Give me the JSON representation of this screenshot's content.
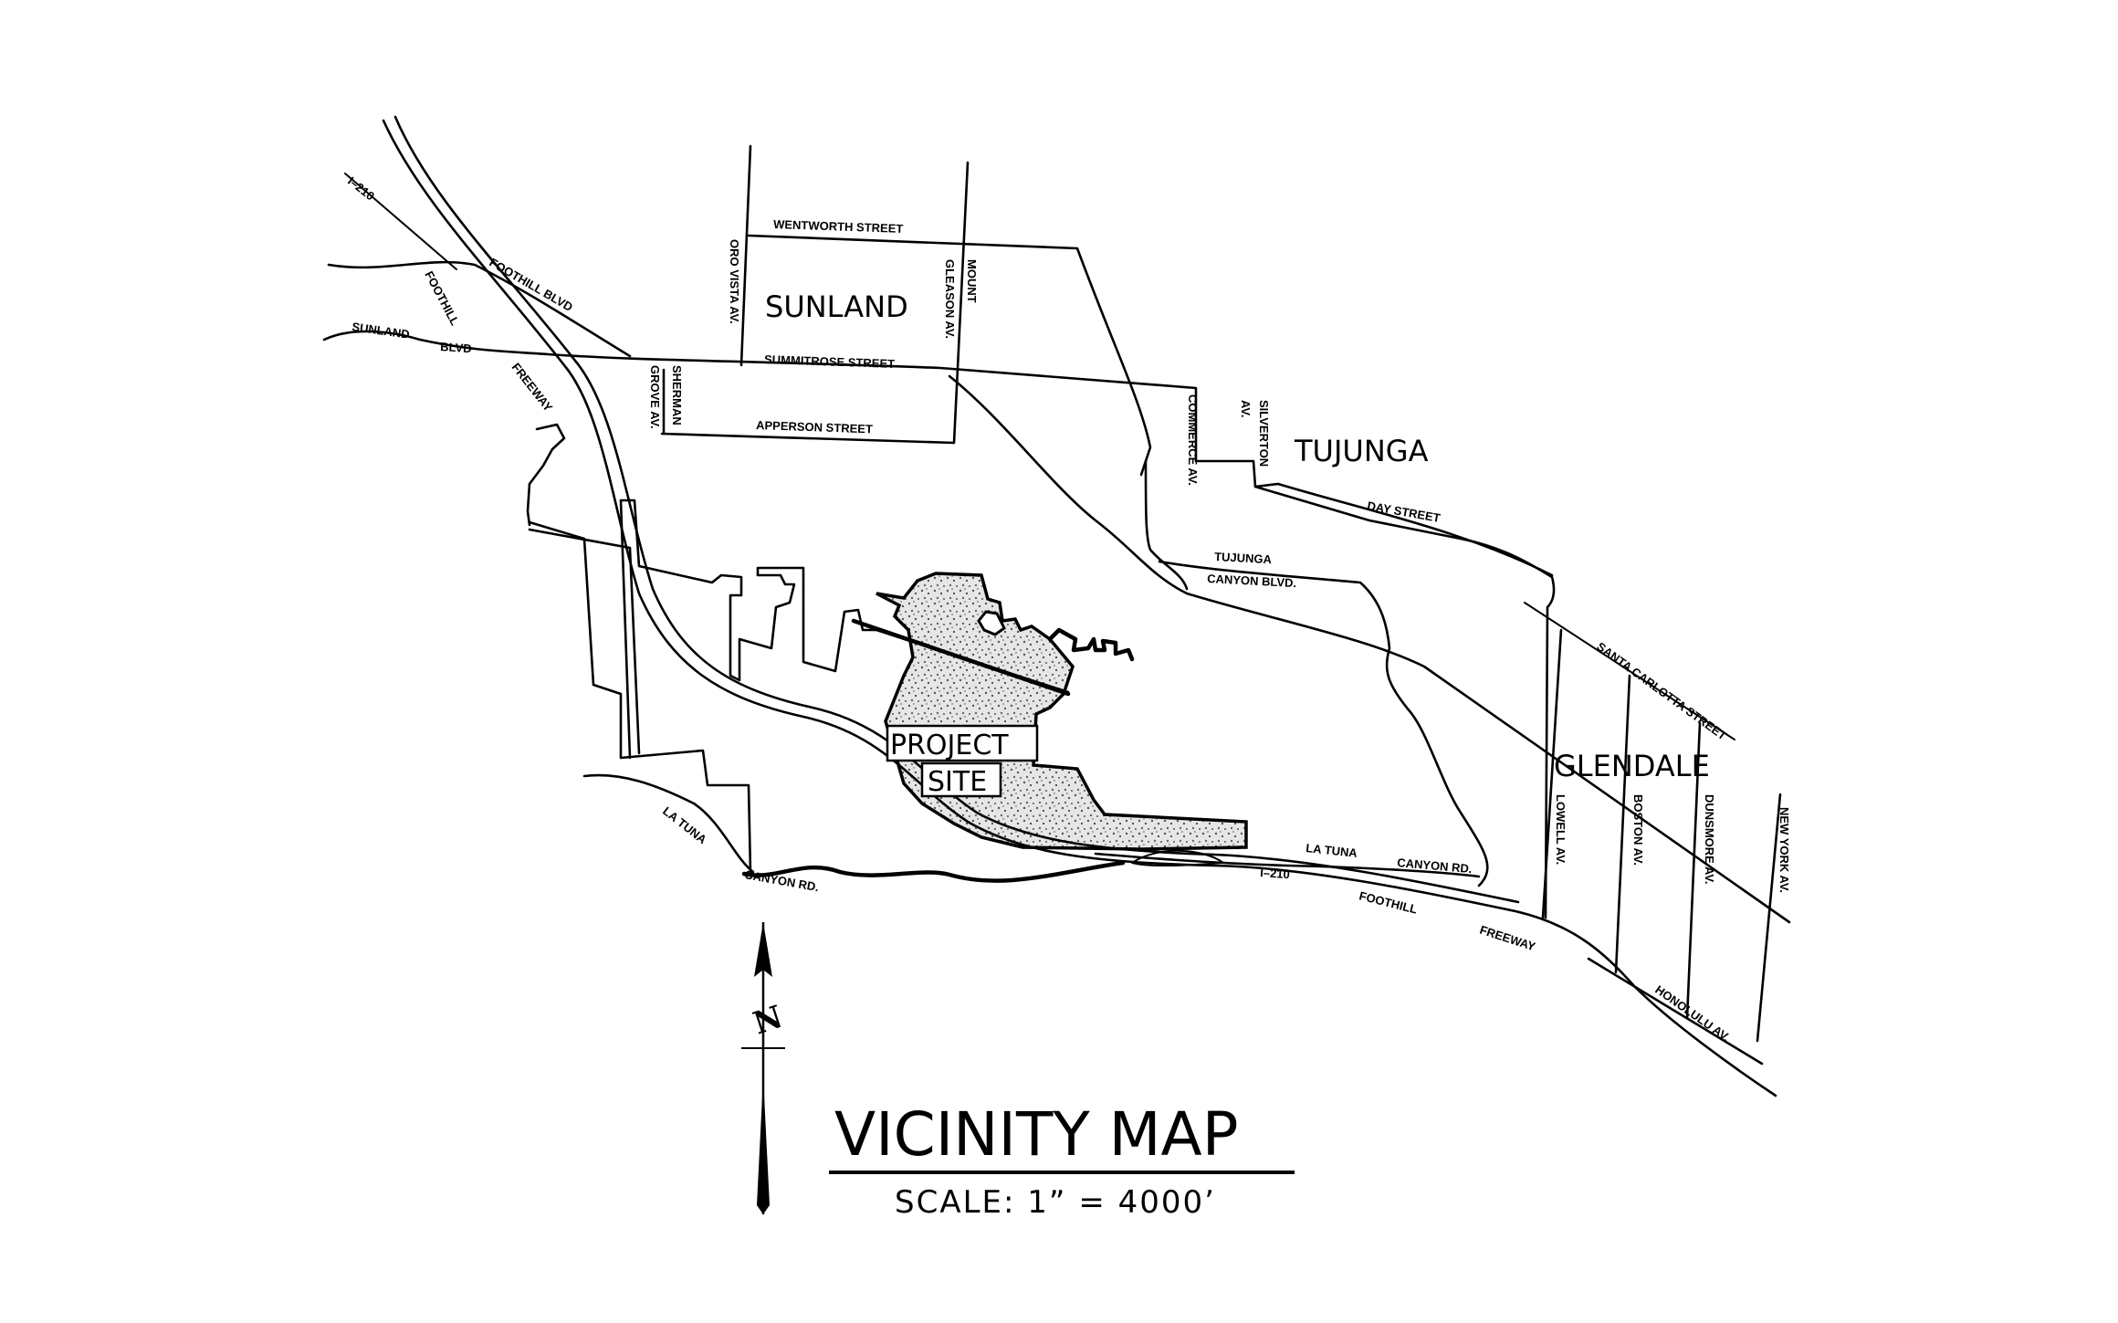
{
  "map": {
    "title": "VICINITY MAP",
    "scale": "SCALE:  1”  =  4000’",
    "north_arrow_letter": "N",
    "project_site": {
      "line1": "PROJECT",
      "line2": "SITE",
      "fill_color": "#d8d8d8"
    },
    "areas": {
      "sunland": "SUNLAND",
      "tujunga": "TUJUNGA",
      "glendale": "GLENDALE"
    },
    "streets": {
      "i210_north": "I–210",
      "foothill_1": "FOOTHILL",
      "freeway_1": "FREEWAY",
      "foothill_blvd": "FOOTHILL BLVD",
      "sunland_1": "SUNLAND",
      "blvd_1": "BLVD",
      "wentworth": "WENTWORTH STREET",
      "oro_vista": "ORO VISTA AV.",
      "mount": "MOUNT",
      "gleason": "GLEASON AV.",
      "summitrose": "SUMMITROSE STREET",
      "sherman": "SHERMAN",
      "grove": "GROVE AV.",
      "apperson": "APPERSON STREET",
      "commerce": "COMMERCE AV.",
      "silverton": "SILVERTON",
      "silverton_av": "AV.",
      "day": "DAY STREET",
      "tujunga_1": "TUJUNGA",
      "canyon_blvd": "CANYON BLVD.",
      "santa_carlotta": "SANTA CARLOTTA STREET",
      "lowell": "LOWELL AV.",
      "boston": "BOSTON AV.",
      "dunsmore": "DUNSMORE AV.",
      "new_york": "NEW YORK AV.",
      "la_tuna_west": "LA TUNA",
      "canyon_rd_west": "CANYON RD.",
      "la_tuna_east": "LA TUNA",
      "canyon_rd_east": "CANYON RD.",
      "i210_south": "I–210",
      "foothill_2": "FOOTHILL",
      "freeway_2": "FREEWAY",
      "honolulu": "HONOLULU AV."
    }
  }
}
